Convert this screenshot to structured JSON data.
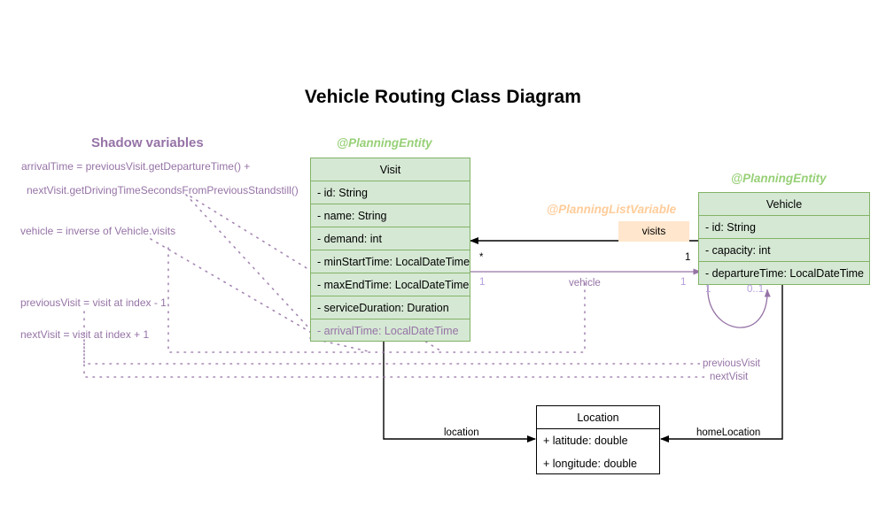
{
  "diagram": {
    "title": "Vehicle Routing Class Diagram",
    "type": "uml-class-diagram",
    "colors": {
      "entity_fill": "#d5e8d4",
      "entity_stroke": "#82b366",
      "stereotype_green": "#97d077",
      "stereotype_orange": "#ffcc99",
      "shadow_purple": "#9673a6",
      "badge_fill": "#ffe6cc",
      "plain_stroke": "#000000"
    }
  },
  "shadow_panel": {
    "header": "Shadow variables",
    "formulas": [
      "arrivalTime = previousVisit.getDepartureTime() +",
      "nextVisit.getDrivingTimeSecondsFromPreviousStandstill()",
      "vehicle = inverse of Vehicle.visits",
      "previousVisit = visit at index - 1",
      "nextVisit = visit at index + 1"
    ]
  },
  "classes": [
    {
      "id": "visit",
      "stereotype": "@PlanningEntity",
      "name": "Visit",
      "attributes": [
        {
          "text": "- id: String",
          "shadow": false
        },
        {
          "text": "- name: String",
          "shadow": false
        },
        {
          "text": "- demand: int",
          "shadow": false
        },
        {
          "text": "- minStartTime: LocalDateTime",
          "shadow": false
        },
        {
          "text": "- maxEndTime: LocalDateTime",
          "shadow": false
        },
        {
          "text": "- serviceDuration: Duration",
          "shadow": false
        },
        {
          "text": "- arrivalTime: LocalDateTime",
          "shadow": true
        }
      ]
    },
    {
      "id": "vehicle",
      "stereotype": "@PlanningEntity",
      "name": "Vehicle",
      "attributes": [
        {
          "text": "- id: String",
          "shadow": false
        },
        {
          "text": "- capacity: int",
          "shadow": false
        },
        {
          "text": "- departureTime: LocalDateTime",
          "shadow": false
        }
      ]
    },
    {
      "id": "location",
      "stereotype": null,
      "name": "Location",
      "attributes": [
        {
          "text": "+ latitude: double",
          "shadow": false
        },
        {
          "text": "+ longitude: double",
          "shadow": false
        }
      ]
    }
  ],
  "relations": {
    "visits": {
      "stereotype": "@PlanningListVariable",
      "label": "visits",
      "source_mult": "1",
      "target_mult": "*"
    },
    "vehicle": {
      "label": "vehicle",
      "source_mult": "1",
      "target_mult": "1"
    },
    "location": {
      "label": "location"
    },
    "home_location": {
      "label": "homeLocation"
    },
    "self_loop": {
      "mult_left": "1",
      "mult_right": "0..1"
    },
    "previous_visit": {
      "label": "previousVisit"
    },
    "next_visit": {
      "label": "nextVisit"
    }
  }
}
